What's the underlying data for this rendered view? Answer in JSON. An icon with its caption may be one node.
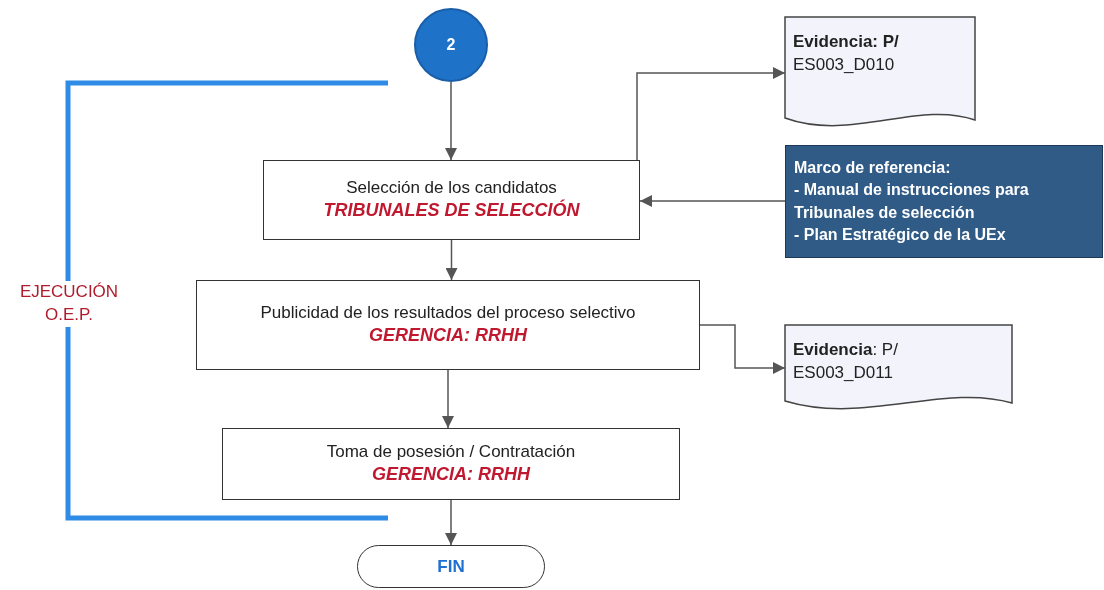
{
  "diagram": {
    "nodes": [
      {
        "text": [
          "2"
        ]
      },
      {
        "text": [
          "Selección de los candidatos",
          "TRIBUNALES DE SELECCIÓN"
        ]
      },
      {
        "text": [
          "**Evidencia: P/** ES003_D010"
        ]
      },
      {
        "text": [
          "Marco de referencia:",
          "- Manual de instrucciones para Tribunales de selección",
          "- Plan Estratégico de la UEx"
        ]
      },
      {
        "text": [
          "Publicidad de los resultados del proceso selectivo",
          "GERENCIA: RRHH"
        ]
      },
      {
        "text": [
          "**Evidencia**: P/ ES003_D011"
        ]
      },
      {
        "text": [
          "Toma de posesión / Contratación",
          "GERENCIA: RRHH"
        ]
      },
      {
        "text": [
          "FIN"
        ]
      }
    ],
    "edges": [
      {
        "from": 0,
        "to": 1,
        "arrow": "to"
      },
      {
        "from": 1,
        "to": 2,
        "arrow": "to"
      },
      {
        "from": 3,
        "to": 1,
        "arrow": "to"
      },
      {
        "from": 1,
        "to": 4,
        "arrow": "to"
      },
      {
        "from": 4,
        "to": 5,
        "arrow": "to"
      },
      {
        "from": 4,
        "to": 6,
        "arrow": "to"
      },
      {
        "from": 6,
        "to": 7,
        "arrow": "to"
      }
    ],
    "labels": [
      "EJECUCIÓN O.E.P."
    ]
  }
}
